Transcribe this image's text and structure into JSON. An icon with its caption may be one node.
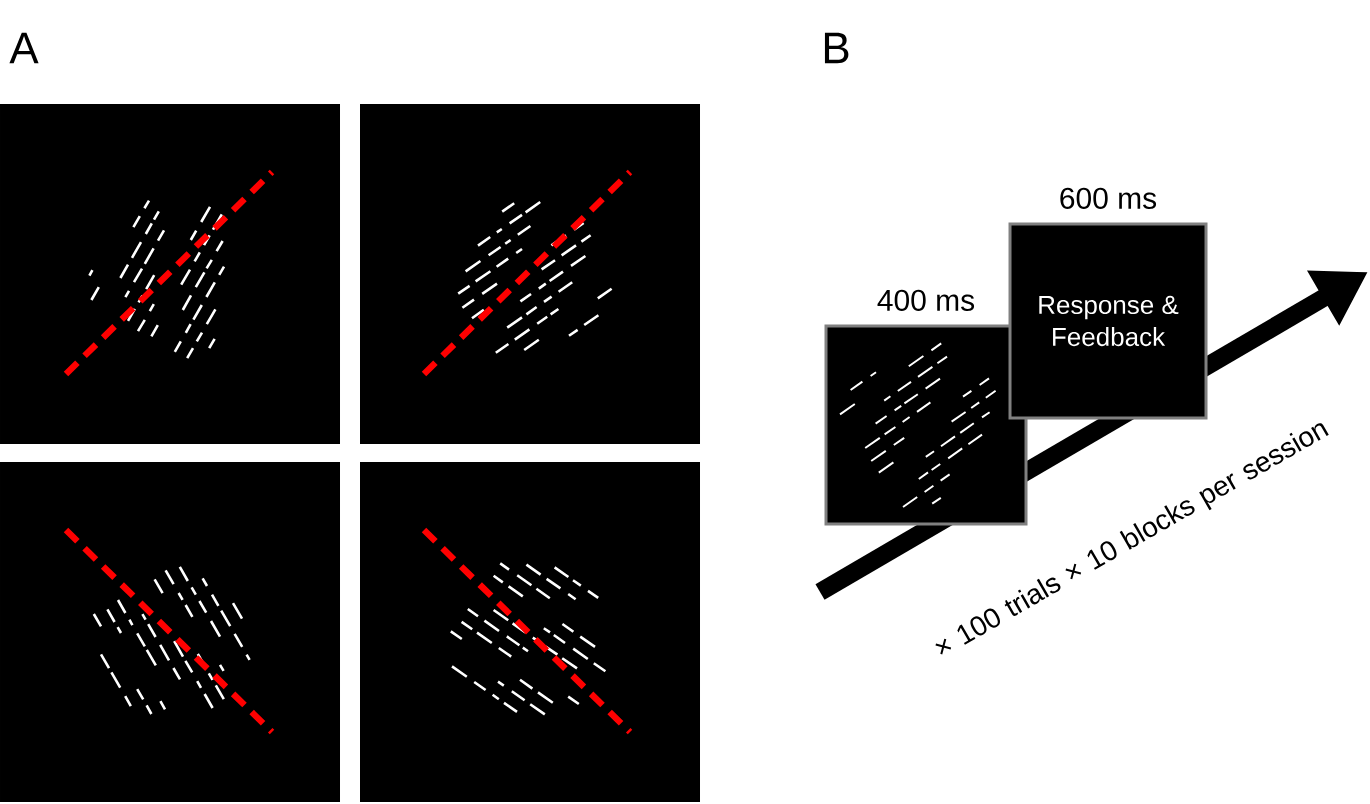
{
  "diagram": {
    "nodes": [
      {
        "text": [],
        "shape": "box",
        "beside": [
          "400 ms"
        ]
      },
      {
        "text": [
          "Response & Feedback"
        ],
        "beside": [
          "600 ms"
        ]
      }
    ],
    "labels": [
      "A",
      "B",
      "× 100 trials × 10 blocks per session"
    ]
  }
}
